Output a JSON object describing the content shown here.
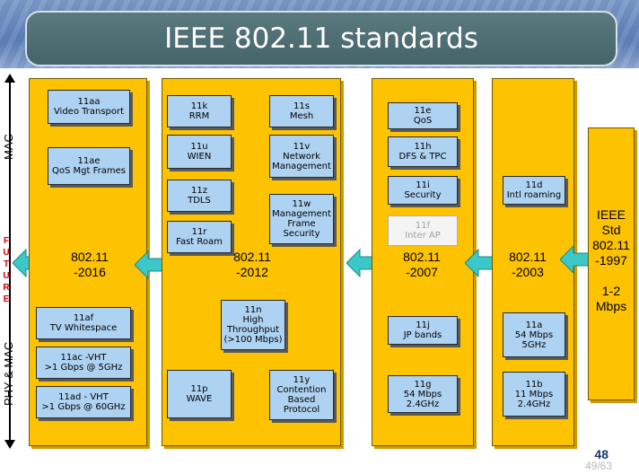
{
  "title": "IEEE 802.11 standards",
  "left_axis": {
    "top_label": "MAC",
    "bottom_label": "PHY & MAC",
    "future_letters": [
      "F",
      "U",
      "T",
      "U",
      "R",
      "E"
    ]
  },
  "columns": [
    {
      "id": "2016",
      "era": [
        "802.11",
        "-2016"
      ],
      "boxes": [
        [
          "11aa",
          "Video Transport"
        ],
        [
          "11ae",
          "QoS Mgt Frames"
        ],
        [
          "11af",
          "TV Whitespace"
        ],
        [
          "11ac -VHT",
          ">1 Gbps @ 5GHz"
        ],
        [
          "11ad - VHT",
          ">1 Gbps @ 60GHz"
        ]
      ]
    },
    {
      "id": "2012",
      "era": [
        "802.11",
        "-2012"
      ],
      "boxes": [
        [
          "11k",
          "RRM"
        ],
        [
          "11s",
          "Mesh"
        ],
        [
          "11u",
          "WIEN"
        ],
        [
          "11v",
          "Network",
          "Management"
        ],
        [
          "11z",
          "TDLS"
        ],
        [
          "11w",
          "Management",
          "Frame",
          "Security"
        ],
        [
          "11r",
          "Fast Roam"
        ],
        [
          "11n",
          "High",
          "Throughput",
          "(>100 Mbps)"
        ],
        [
          "11p",
          "WAVE"
        ],
        [
          "11y",
          "Contention",
          "Based",
          "Protocol"
        ]
      ]
    },
    {
      "id": "2007",
      "era": [
        "802.11",
        "-2007"
      ],
      "boxes": [
        [
          "11e",
          "QoS"
        ],
        [
          "11h",
          "DFS & TPC"
        ],
        [
          "11i",
          "Security"
        ],
        [
          "11f",
          "Inter AP"
        ],
        [
          "11j",
          "JP bands"
        ],
        [
          "11g",
          "54 Mbps",
          "2.4GHz"
        ]
      ]
    },
    {
      "id": "2003",
      "era": [
        "802.11",
        "-2003"
      ],
      "boxes": [
        [
          "11d",
          "Intl roaming"
        ],
        [
          "11a",
          "54 Mbps",
          "5GHz"
        ],
        [
          "11b",
          "11 Mbps",
          "2.4GHz"
        ]
      ]
    }
  ],
  "ieee_std": [
    "IEEE",
    "Std",
    "802.11",
    "-1997",
    "",
    "1-2",
    "Mbps"
  ],
  "page_number": "48",
  "page_number_faded": "49/63",
  "colors": {
    "column": "#fdc300",
    "box": "#aed2f2",
    "arrow": "#3cc8c8",
    "future": "#d00000"
  }
}
